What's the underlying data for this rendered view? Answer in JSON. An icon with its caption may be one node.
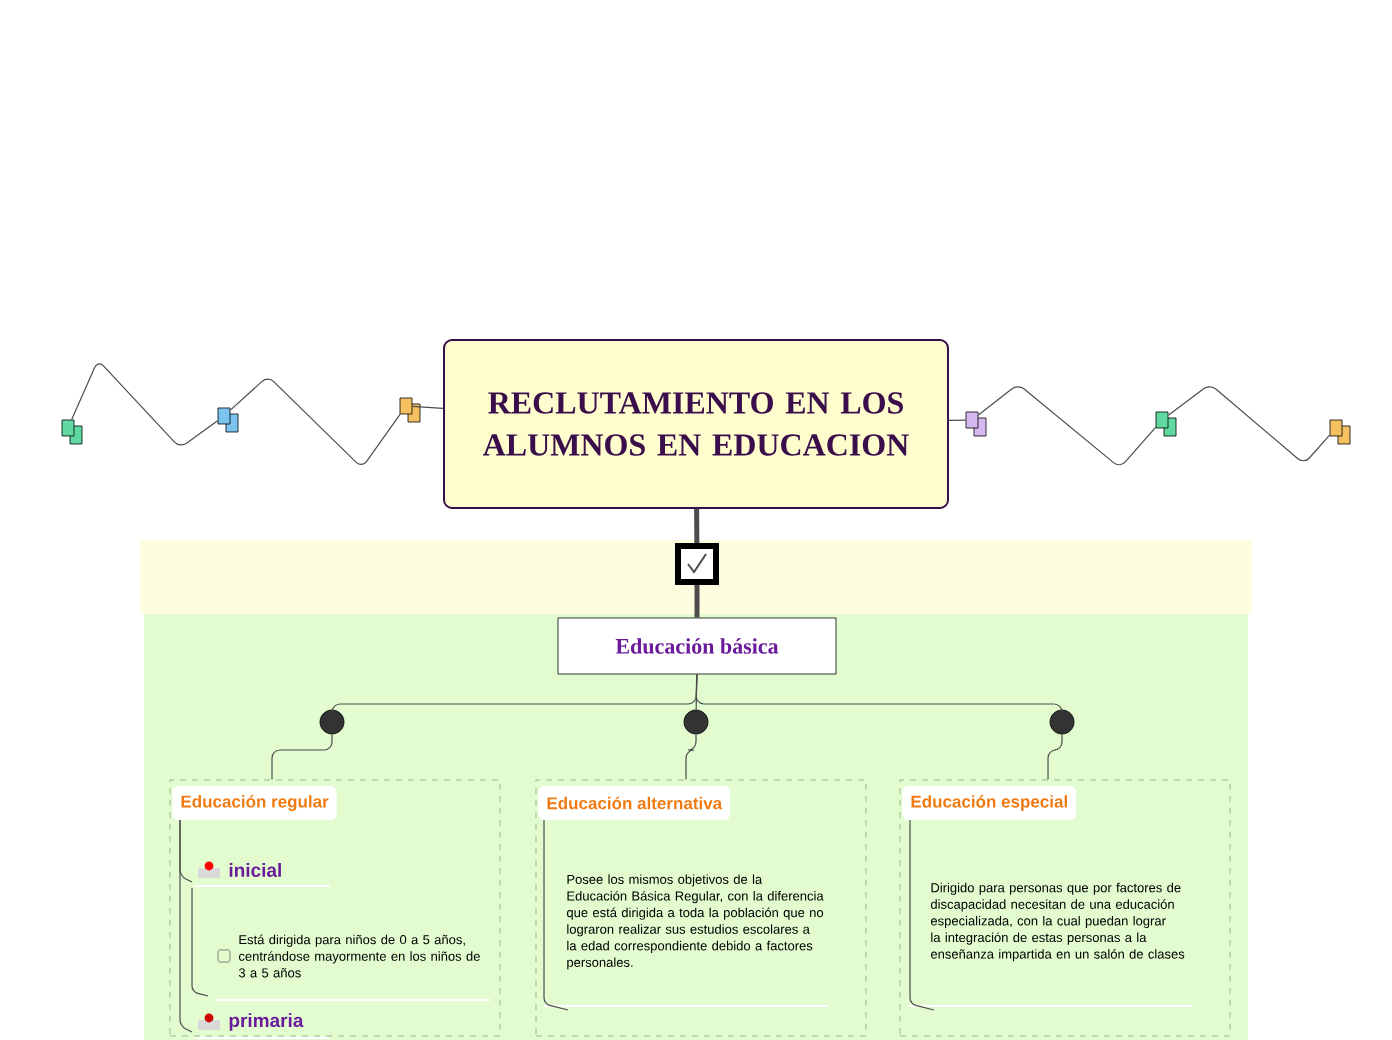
{
  "diagram": {
    "nodes": [
      {
        "text": [
          "RECLUTAMIENTO EN LOS ALUMNOS EN EDUCACION"
        ]
      },
      {
        "text": [],
        "shape": "box"
      },
      {
        "text": [],
        "shape": "box"
      },
      {
        "text": [],
        "shape": "box"
      },
      {
        "text": [],
        "shape": "box"
      },
      {
        "text": [],
        "shape": "box"
      },
      {
        "text": [],
        "shape": "box"
      },
      {
        "text": [],
        "shape": "box"
      },
      {
        "text": [
          "Educación básica"
        ]
      },
      {
        "text": [],
        "shape": "circle"
      },
      {
        "text": [],
        "shape": "circle"
      },
      {
        "text": [],
        "shape": "circle"
      },
      {
        "text": [
          "Educación regular"
        ]
      },
      {
        "text": [
          "inicial"
        ],
        "in": 12
      },
      {
        "text": [
          "Está dirigida para niños de 0 a 5 años, centrándose mayormente en los niños de 3 a 5 años"
        ],
        "in": 12
      },
      {
        "text": [
          "primaria"
        ],
        "in": 12
      },
      {
        "text": [
          "Educación alternativa"
        ]
      },
      {
        "text": [
          "Posee los mismos objetivos de la Educación Básica Regular, con la diferencia que está dirigida a toda la población que no lograron realizar sus estudios escolares a la edad correspondiente debido a factores personales."
        ],
        "in": 16
      },
      {
        "text": [
          "Educación especial"
        ]
      },
      {
        "text": [
          "Dirigido para personas que por factores de discapacidad necesitan de una educación especializada, con la cual puedan lograr la integración de estas personas a la enseñanza impartida en un salón de clases"
        ],
        "in": 18
      }
    ],
    "edges": [
      {
        "from": 0,
        "to": 3,
        "arrow": "none"
      },
      {
        "from": 3,
        "to": 2,
        "arrow": "none"
      },
      {
        "from": 2,
        "to": 1,
        "arrow": "none"
      },
      {
        "from": 0,
        "to": 4,
        "arrow": "none"
      },
      {
        "from": 4,
        "to": 5,
        "arrow": "none"
      },
      {
        "from": 5,
        "to": 6,
        "arrow": "none"
      },
      {
        "from": 0,
        "to": 7,
        "arrow": "none",
        "style": "thick"
      },
      {
        "from": 7,
        "to": 8,
        "arrow": "none",
        "style": "thick"
      },
      {
        "from": 8,
        "to": 9,
        "arrow": "none"
      },
      {
        "from": 8,
        "to": 10,
        "arrow": "none"
      },
      {
        "from": 8,
        "to": 11,
        "arrow": "none"
      },
      {
        "from": 9,
        "to": 12,
        "arrow": "none"
      },
      {
        "from": 10,
        "to": 16,
        "arrow": "none"
      },
      {
        "from": 11,
        "to": 18,
        "arrow": "none"
      },
      {
        "from": 12,
        "to": 13,
        "arrow": "none"
      },
      {
        "from": 13,
        "to": 14,
        "arrow": "none"
      },
      {
        "from": 12,
        "to": 15,
        "arrow": "none"
      },
      {
        "from": 16,
        "to": 17,
        "arrow": "none"
      },
      {
        "from": 18,
        "to": 19,
        "arrow": "none"
      }
    ]
  }
}
